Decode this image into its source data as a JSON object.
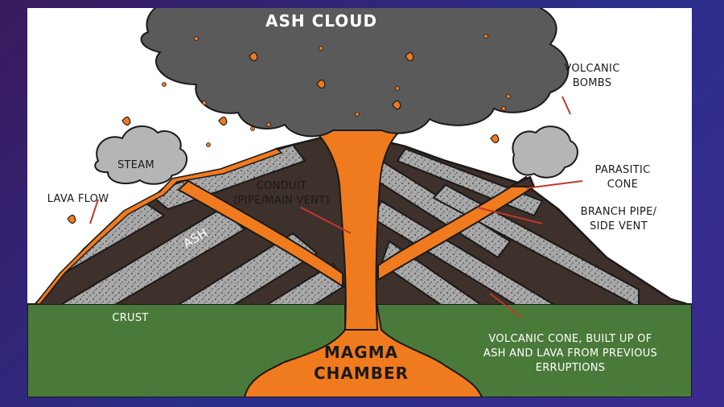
{
  "diagram": {
    "labels": {
      "ash_cloud": "ASH CLOUD",
      "volcanic_bombs_1": "VOLCANIC",
      "volcanic_bombs_2": "BOMBS",
      "steam": "STEAM",
      "lava_flow": "LAVA FLOW",
      "conduit_1": "CONDUIT",
      "conduit_2": "(PIPE/MAIN VENT)",
      "parasitic_1": "PARASITIC",
      "parasitic_2": "CONE",
      "branch_1": "BRANCH PIPE/",
      "branch_2": "SIDE VENT",
      "ash": "ASH",
      "crust": "CRUST",
      "magma_1": "MAGMA",
      "magma_2": "CHAMBER",
      "cone_1": "VOLCANIC CONE, BUILT UP OF",
      "cone_2": "ASH AND LAVA FROM PREVIOUS",
      "cone_3": "ERRUPTIONS"
    },
    "colors": {
      "background": "#2a2e8a",
      "crust": "#4a7a3a",
      "magma": "#f07a1e",
      "ash_layer": "#a8a8a8",
      "rock_layer": "#3e302a",
      "ash_cloud": "#5a5a5a",
      "steam": "#b5b5b5"
    }
  }
}
